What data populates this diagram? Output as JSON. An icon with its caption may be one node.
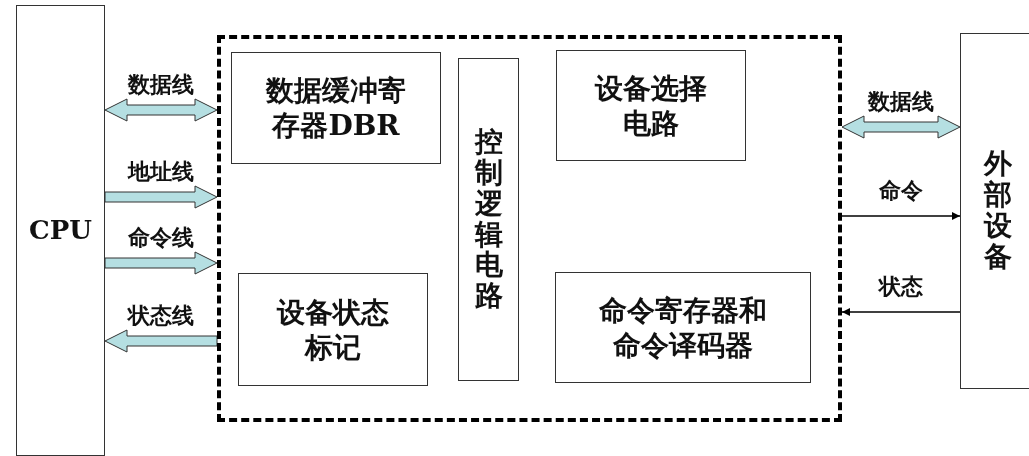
{
  "diagram": {
    "nodes": [
      {
        "text": [
          "CPU"
        ]
      },
      {
        "text": [],
        "shape": "box"
      },
      {
        "text": [
          "数据缓冲寄存器DBR"
        ],
        "in": 1
      },
      {
        "text": [
          "控制逻辑电路"
        ],
        "in": 1
      },
      {
        "text": [
          "设备选择电路"
        ],
        "in": 1
      },
      {
        "text": [
          "设备状态标记"
        ],
        "in": 1
      },
      {
        "text": [
          "命令寄存器和命令译码器"
        ],
        "in": 1
      },
      {
        "text": [
          "外部设备"
        ]
      }
    ],
    "edges": [
      {
        "from": 0,
        "to": 1,
        "arrow": "both",
        "label": "数据线",
        "style": "thick"
      },
      {
        "from": 0,
        "to": 1,
        "arrow": "to",
        "label": "地址线",
        "style": "thick"
      },
      {
        "from": 0,
        "to": 1,
        "arrow": "to",
        "label": "命令线",
        "style": "thick"
      },
      {
        "from": 1,
        "to": 0,
        "arrow": "to",
        "label": "状态线",
        "style": "thick"
      },
      {
        "from": 1,
        "to": 7,
        "arrow": "both",
        "label": "数据线",
        "style": "thick"
      },
      {
        "from": 1,
        "to": 7,
        "arrow": "to",
        "label": "命令"
      },
      {
        "from": 7,
        "to": 1,
        "arrow": "to",
        "label": "状态"
      }
    ]
  }
}
